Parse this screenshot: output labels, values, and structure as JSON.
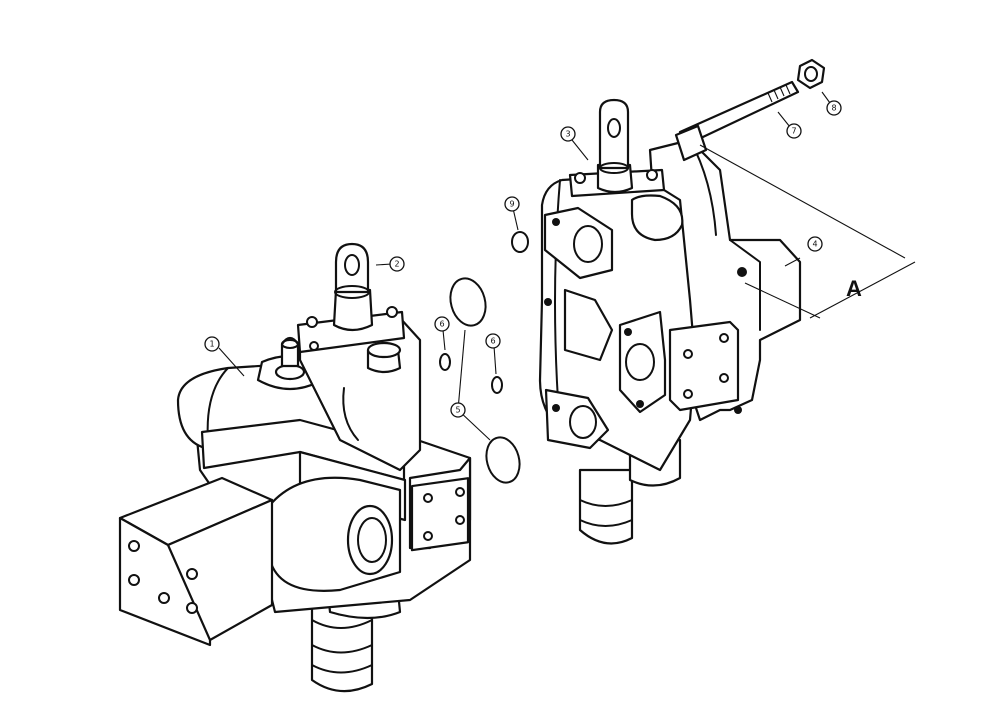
{
  "callouts": [
    {
      "id": "c1",
      "text": "1"
    },
    {
      "id": "c2",
      "text": "2"
    },
    {
      "id": "c3",
      "text": "3"
    },
    {
      "id": "c4",
      "text": "4"
    },
    {
      "id": "c5",
      "text": "5"
    },
    {
      "id": "c6a",
      "text": "6"
    },
    {
      "id": "c6b",
      "text": "6"
    },
    {
      "id": "c7",
      "text": "7"
    },
    {
      "id": "c8",
      "text": "8"
    },
    {
      "id": "c9",
      "text": "9"
    }
  ],
  "dimension_label": "A"
}
